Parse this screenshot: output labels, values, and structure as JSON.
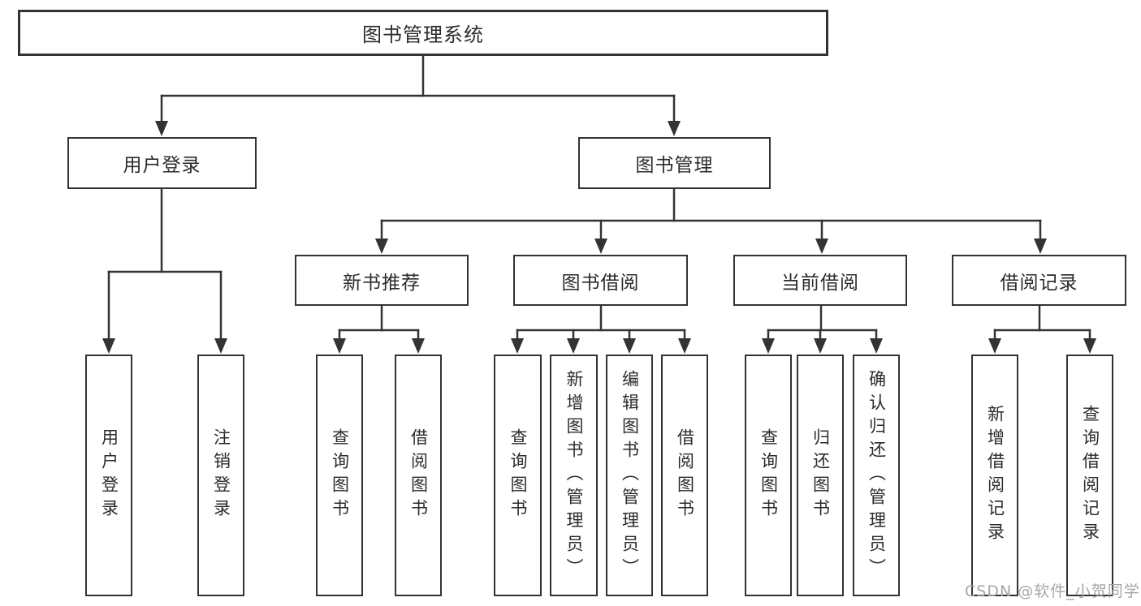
{
  "tree": {
    "root": "图书管理系统",
    "branches": [
      {
        "label": "用户登录",
        "children": [
          "用户登录",
          "注销登录"
        ]
      },
      {
        "label": "图书管理",
        "children": [
          {
            "label": "新书推荐",
            "children": [
              "查询图书",
              "借阅图书"
            ]
          },
          {
            "label": "图书借阅",
            "children": [
              "查询图书",
              "新增图书（管理员）",
              "编辑图书（管理员）",
              "借阅图书"
            ]
          },
          {
            "label": "当前借阅",
            "children": [
              "查询图书",
              "归还图书",
              "确认归还（管理员）"
            ]
          },
          {
            "label": "借阅记录",
            "children": [
              "新增借阅记录",
              "查询借阅记录"
            ]
          }
        ]
      }
    ]
  },
  "watermark": "CSDN @软件_小贺同学",
  "colors": {
    "line": "#333333",
    "text": "#2b2b2b",
    "background": "#ffffff",
    "box_background": "#ffffff",
    "watermark": "#a6a6a6"
  }
}
